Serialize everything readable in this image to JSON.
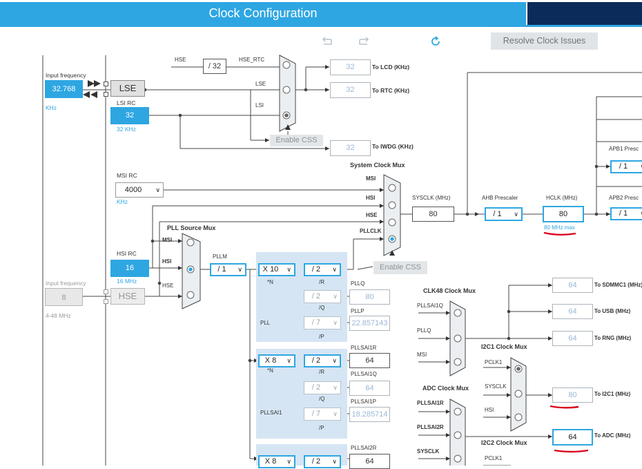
{
  "header": {
    "title": "Clock Configuration"
  },
  "toolbar": {
    "undo_icon": "undo-icon",
    "redo_icon": "redo-icon",
    "refresh_icon": "refresh-icon",
    "resolve_label": "Resolve Clock Issues"
  },
  "lse": {
    "input_freq_label": "Input frequency",
    "value": "32.768",
    "unit": "KHz",
    "label": "LSE"
  },
  "lsi": {
    "label": "LSI RC",
    "value": "32",
    "unit": "32 KHz"
  },
  "rtc": {
    "hse_label": "HSE",
    "div": "/ 32",
    "hse_rtc": "HSE_RTC",
    "lse_label": "LSE",
    "lsi_label": "LSI",
    "enable_css": "Enable CSS"
  },
  "outputs_top": {
    "lcd": {
      "value": "32",
      "label": "To LCD (KHz)"
    },
    "rtc": {
      "value": "32",
      "label": "To RTC (KHz)"
    },
    "iwdg": {
      "value": "32",
      "label": "To IWDG (KHz)"
    }
  },
  "msi": {
    "label": "MSI RC",
    "value": "4000",
    "unit": "KHz"
  },
  "hsi": {
    "label": "HSI RC",
    "value": "16",
    "unit": "16 MHz"
  },
  "hse": {
    "input_freq_label": "Input frequency",
    "value": "8",
    "range": "4-48 MHz",
    "label": "HSE"
  },
  "sysmux": {
    "title": "System Clock Mux",
    "msi": "MSI",
    "hsi": "HSI",
    "hse": "HSE",
    "pllclk": "PLLCLK",
    "enable_css": "Enable CSS"
  },
  "sysclk": {
    "label": "SYSCLK (MHz)",
    "value": "80"
  },
  "ahb": {
    "label": "AHB Prescaler",
    "value": "/ 1"
  },
  "hclk": {
    "label": "HCLK (MHz)",
    "value": "80",
    "max": "80 MHz max"
  },
  "apb1": {
    "label": "APB1 Presc",
    "value": "/ 1"
  },
  "apb2": {
    "label": "APB2 Presc",
    "value": "/ 1"
  },
  "pllsrc": {
    "title": "PLL Source Mux",
    "msi": "MSI",
    "hsi": "HSI",
    "hse": "HSE"
  },
  "pllm": {
    "label": "PLLM",
    "value": "/ 1"
  },
  "pll": {
    "n_value": "X 10",
    "n_label": "*N",
    "r_value": "/ 2",
    "r_label": "/R",
    "q_value": "/ 2",
    "q_label": "/Q",
    "p_value": "/ 7",
    "p_label": "/P",
    "name": "PLL",
    "pllq_label": "PLLQ",
    "pllq_value": "80",
    "pllp_label": "PLLP",
    "pllp_value": "22.857143"
  },
  "pllsai1": {
    "n_value": "X 8",
    "n_label": "*N",
    "r_value": "/ 2",
    "r_label": "/R",
    "q_value": "/ 2",
    "q_label": "/Q",
    "p_value": "/ 7",
    "p_label": "/P",
    "name": "PLLSAI1",
    "r_out_label": "PLLSAI1R",
    "r_out_value": "64",
    "q_out_label": "PLLSAI1Q",
    "q_out_value": "64",
    "p_out_label": "PLLSAI1P",
    "p_out_value": "18.285714"
  },
  "pllsai2": {
    "r_out_label": "PLLSAI2R",
    "r_out_value": "64",
    "n_value": "X 8",
    "r_value": "/ 2"
  },
  "clk48": {
    "title": "CLK48 Clock Mux",
    "in1": "PLLSAI1Q",
    "in2": "PLLQ",
    "in3": "MSI"
  },
  "outputs_right": {
    "sdmmc": {
      "value": "64",
      "label": "To SDMMC1 (MHz)"
    },
    "usb": {
      "value": "64",
      "label": "To USB (MHz)"
    },
    "rng": {
      "value": "64",
      "label": "To RNG (MHz)"
    },
    "i2c1": {
      "value": "80",
      "label": "To I2C1 (MHz)"
    },
    "adc": {
      "value": "64",
      "label": "To ADC (MHz)"
    }
  },
  "i2c1mux": {
    "title": "I2C1 Clock Mux",
    "in1": "PCLK1",
    "in2": "SYSCLK",
    "in3": "HSI"
  },
  "adcmux": {
    "title": "ADC Clock Mux",
    "in1": "PLLSAI1R",
    "in2": "PLLSAI2R",
    "in3": "SYSCLK"
  },
  "i2c2mux": {
    "title": "I2C2 Clock Mux",
    "in1": "PCLK1"
  },
  "colors": {
    "accent": "#2ea6e2",
    "header_dark": "#0b2c5b",
    "annotation": "#d9001b"
  }
}
